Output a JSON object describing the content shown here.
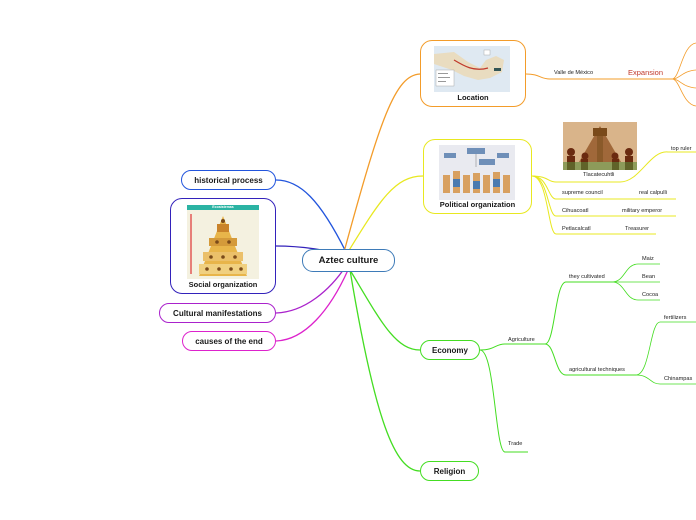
{
  "center": {
    "label": "Aztec culture"
  },
  "left_topics": {
    "historical_process": "historical process",
    "social_organization": "Social organization",
    "social_image_title": "Ecosistemas",
    "cultural_manifestations": "Cultural manifestations",
    "causes_of_end": "causes of the end"
  },
  "location": {
    "label": "Location",
    "valle": "Valle de México",
    "expansion": "Expansion"
  },
  "political": {
    "label": "Political organization",
    "tlacatecuhtli": "Tlacatecuhtli",
    "top_ruler": "top ruler",
    "supreme_council": "supreme council",
    "real_calpulli": "real calpulli",
    "cihuacoatl": "Cihuacoatl",
    "military_emperor": "military emperor",
    "petlacalcatl": "Petlacalcatl",
    "treasurer": "Treasurer"
  },
  "economy": {
    "label": "Economy",
    "agriculture": "Agriculture",
    "they_cultivated": "they cultivated",
    "maiz": "Maiz",
    "bean": "Bean",
    "cocoa": "Cocoa",
    "agricultural_techniques": "agricultural techniques",
    "fertilizers": "fertilizers",
    "chinampas": "Chinampas",
    "trade": "Trade"
  },
  "religion": {
    "label": "Religion"
  },
  "colors": {
    "center": "#3e7bb8",
    "location": "#f39c2a",
    "political": "#e8e820",
    "economy": "#44dd22",
    "historical": "#2255dd",
    "social": "#3322bb",
    "cultural": "#aa22cc",
    "causes": "#dd22cc"
  }
}
